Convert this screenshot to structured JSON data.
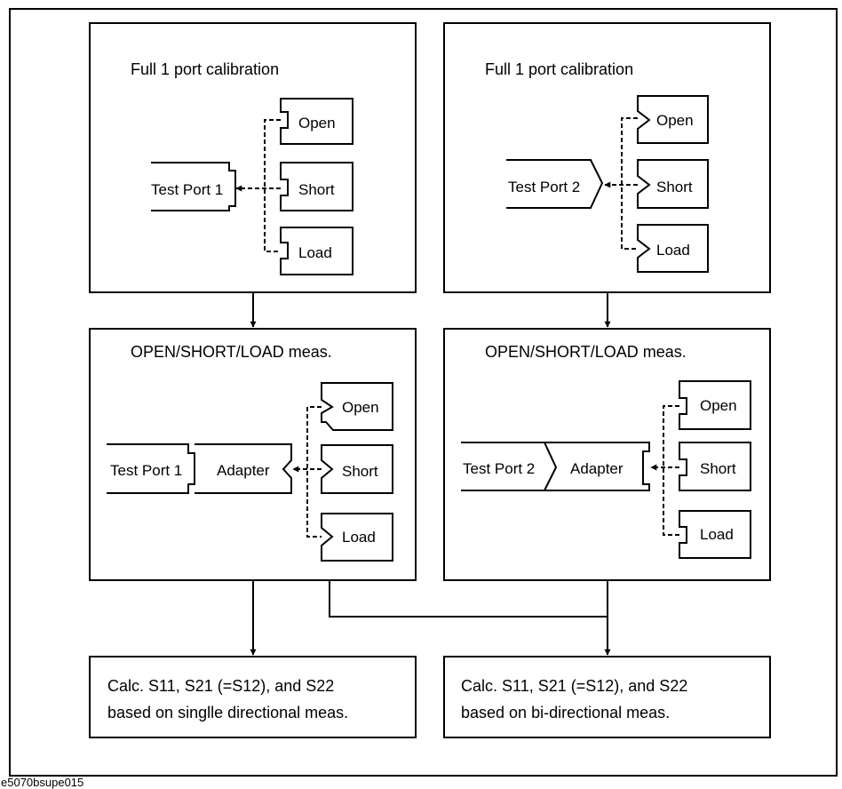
{
  "top": {
    "left_title": "Full 1 port calibration",
    "right_title": "Full 1 port calibration",
    "left_port": "Test Port 1",
    "right_port": "Test Port 2"
  },
  "middle": {
    "left_title": "OPEN/SHORT/LOAD meas.",
    "right_title": "OPEN/SHORT/LOAD meas.",
    "left_port": "Test Port 1",
    "right_port": "Test Port 2",
    "adapter": "Adapter"
  },
  "standards": {
    "open": "Open",
    "short": "Short",
    "load": "Load"
  },
  "results": {
    "left_line1": "Calc. S11, S21 (=S12), and S22",
    "left_line2": "based on singlle directional meas.",
    "right_line1": "Calc. S11, S21 (=S12), and S22",
    "right_line2": "based on bi-directional meas."
  },
  "figure_id": "e5070bsupe015"
}
